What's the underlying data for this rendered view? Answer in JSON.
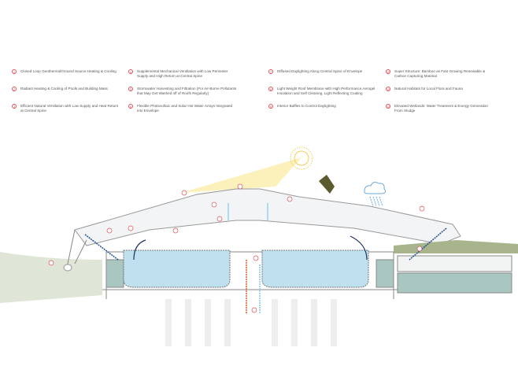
{
  "legend": [
    {
      "n": "1",
      "text": "Closed Loop Geothermal/Ground Source Heating & Cooling"
    },
    {
      "n": "2",
      "text": "Radiant Heating & Cooling of Pools and Building Mass"
    },
    {
      "n": "3",
      "text": "Efficient Natural Ventilation with Low Supply and Heat Return at Central Spine"
    },
    {
      "n": "4",
      "text": "Supplemental Mechanical Ventilation with Low Perimeter Supply and High Return at Central Spine"
    },
    {
      "n": "5",
      "text": "Stormwater Harvesting and Filtration (For Air-Borne Pollutants that May Get Washed off of Roofs Regularly)"
    },
    {
      "n": "6",
      "text": "Flexible Photovoltaic and Solar Hot Water Arrays Integrated into Envelope"
    },
    {
      "n": "7",
      "text": "Diffused Daylighting Along Central Spine of Envelope"
    },
    {
      "n": "8",
      "text": "Light Weight Roof Membrane with High Performance Aerogel Insulation and Self Cleaning, Light Reflecting Coating"
    },
    {
      "n": "9",
      "text": "Interior Baffles to Control Daylighting"
    },
    {
      "n": "10",
      "text": "Super Structure: Bamboo as Fast Growing Renewable & Carbon Capturing Material"
    },
    {
      "n": "11",
      "text": "Natural Habitats for Local Flora and Fauna"
    },
    {
      "n": "12",
      "text": "Elevated Wetlands: Water Treatment & Energy Generation From Sludge"
    }
  ],
  "colors": {
    "accent": "#e0505a",
    "water": "#bfe0ee",
    "air": "#7ec8e8",
    "duct": "#1f4f8f",
    "heat": "#e05a2a"
  }
}
